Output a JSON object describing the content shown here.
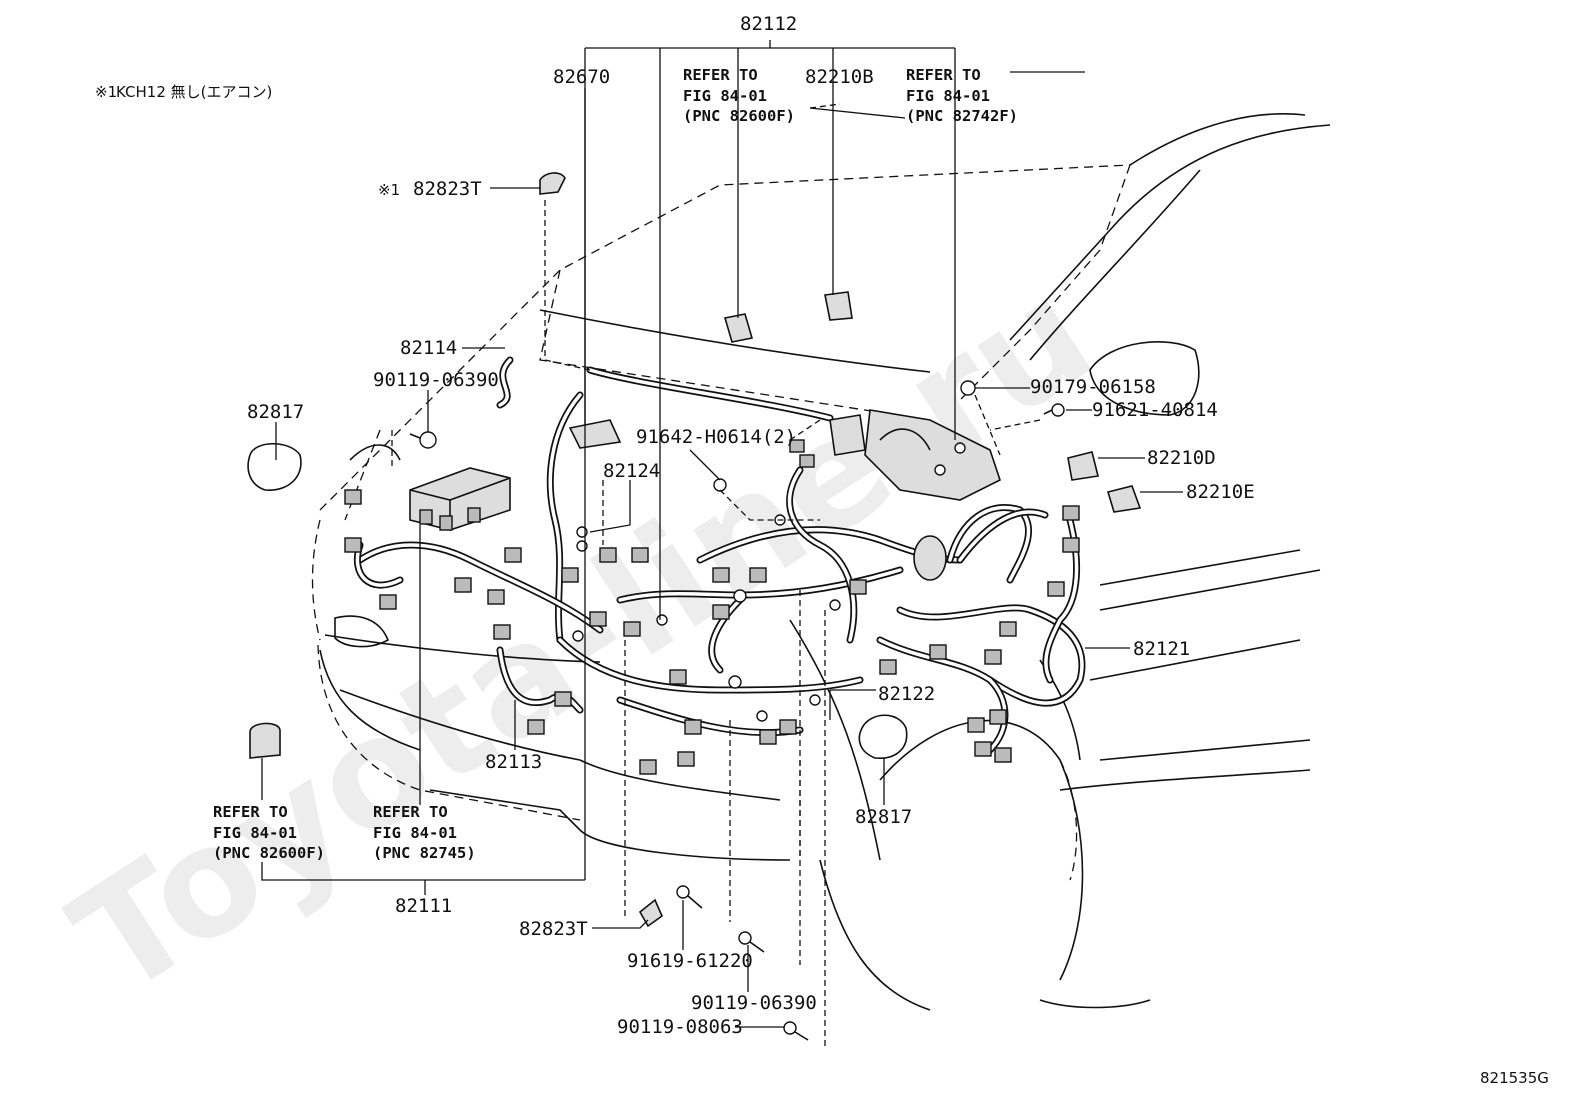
{
  "note": {
    "marker": "※1",
    "text": "KCH12  無し(エアコン)"
  },
  "drawing_code": "821535G",
  "watermark": "Toyota-line.ru",
  "labels": {
    "p82112": "82112",
    "p82670": "82670",
    "p82210B": "82210B",
    "p82823T_top_mark": "※1",
    "p82823T_top": "82823T",
    "p82114": "82114",
    "p90119_06390_a": "90119-06390",
    "p82817_left": "82817",
    "p90179_06158": "90179-06158",
    "p91621_40814": "91621-40814",
    "p91642_H0614": "91642-H0614(2)",
    "p82124": "82124",
    "p82210D": "82210D",
    "p82210E": "82210E",
    "p82121": "82121",
    "p82122": "82122",
    "p82113": "82113",
    "p82817_right": "82817",
    "p82111": "82111",
    "p82823T_bottom": "82823T",
    "p91619_61220": "91619-61220",
    "p90119_06390_b": "90119-06390",
    "p90119_08063": "90119-08063"
  },
  "refs": {
    "top_left": {
      "l1": "REFER TO",
      "l2": "FIG 84-01",
      "l3": "(PNC 82600F)"
    },
    "top_right": {
      "l1": "REFER TO",
      "l2": "FIG 84-01",
      "l3": "(PNC 82742F)"
    },
    "bottom_left": {
      "l1": "REFER TO",
      "l2": "FIG 84-01",
      "l3": "(PNC 82600F)"
    },
    "bottom_right": {
      "l1": "REFER TO",
      "l2": "FIG 84-01",
      "l3": "(PNC 82745)"
    }
  }
}
